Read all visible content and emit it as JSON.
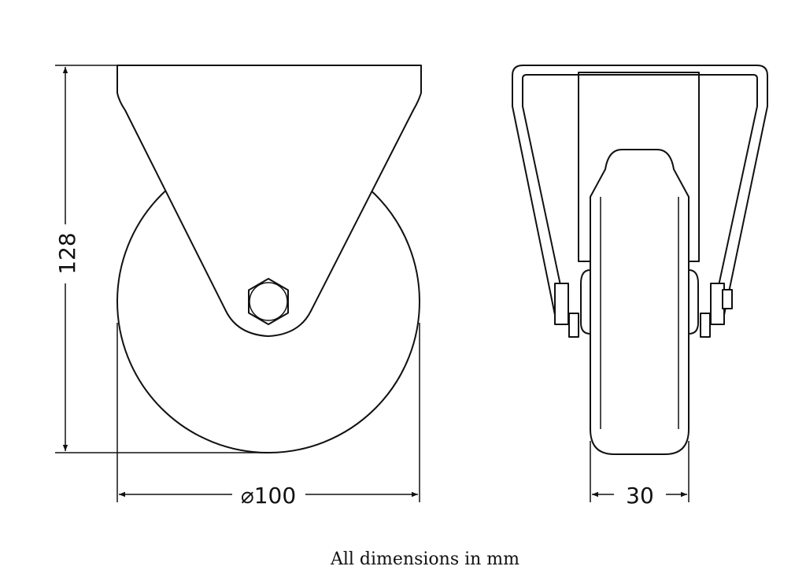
{
  "dimensions": {
    "height": "128",
    "diameter": "⌀100",
    "width": "30"
  },
  "caption": "All dimensions in mm",
  "views": [
    "side-view",
    "front-view"
  ]
}
